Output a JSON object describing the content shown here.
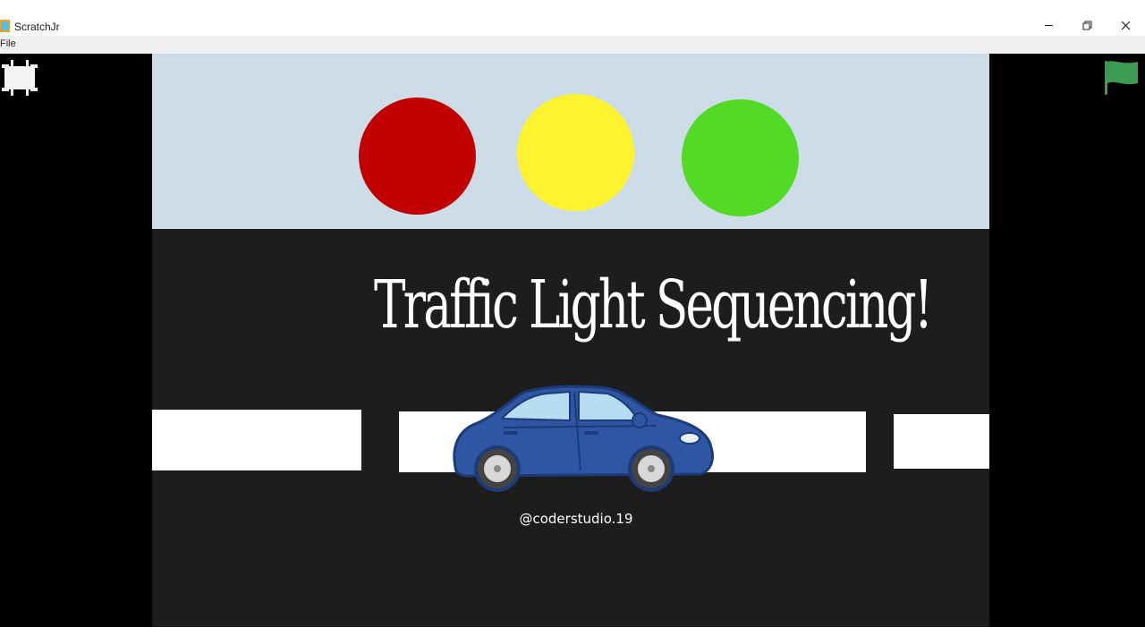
{
  "window": {
    "title": "ScratchJr",
    "controls": [
      "minimize-icon",
      "restore-icon",
      "close-icon"
    ]
  },
  "menu": {
    "items": [
      "File"
    ]
  },
  "player": {
    "left_button_icon": "fullscreen-toggle-icon",
    "right_button_icon": "green-flag-icon"
  },
  "stage": {
    "title": "Traffic Light Sequencing!",
    "credit": "@coderstudio.19",
    "colors": {
      "sky": "#ccdde8",
      "road": "#1d1d1d",
      "red_light": "#c20000",
      "yellow_light": "#fff22e",
      "green_light": "#52da26",
      "car_body": "#2f56a3",
      "flag": "#3c9b50"
    }
  }
}
